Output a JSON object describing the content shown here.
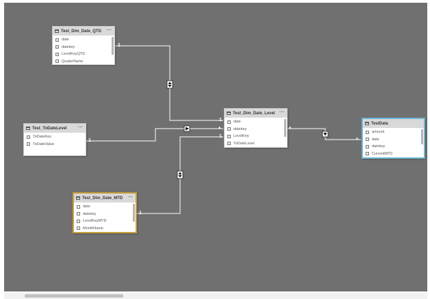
{
  "tables": {
    "qtd": {
      "title": "Test_Dim_Date_QTD",
      "fields": [
        "date",
        "datekey",
        "LevelKeyQTD",
        "QuaterName"
      ]
    },
    "todate": {
      "title": "Test_ToDateLevel",
      "fields": [
        "ToDateKey",
        "ToDateValue"
      ]
    },
    "level": {
      "title": "Test_Dim_Date_Level",
      "fields": [
        "date",
        "datekey",
        "LevelKey",
        "ToDateLevel"
      ]
    },
    "mtd": {
      "title": "Test_Dim_Date_MTD",
      "fields": [
        "date",
        "datekey",
        "LevelKeyMTD",
        "MonthName"
      ]
    },
    "testdata": {
      "title": "TestData",
      "fields": [
        "amount",
        "date",
        "datekey",
        "CurrentMTD"
      ]
    }
  },
  "cardinality": {
    "one": "1",
    "many": "*"
  },
  "menu": "···",
  "icons": {
    "table": "table-icon",
    "field": "field-icon",
    "filter": "cross-filter-icon"
  }
}
